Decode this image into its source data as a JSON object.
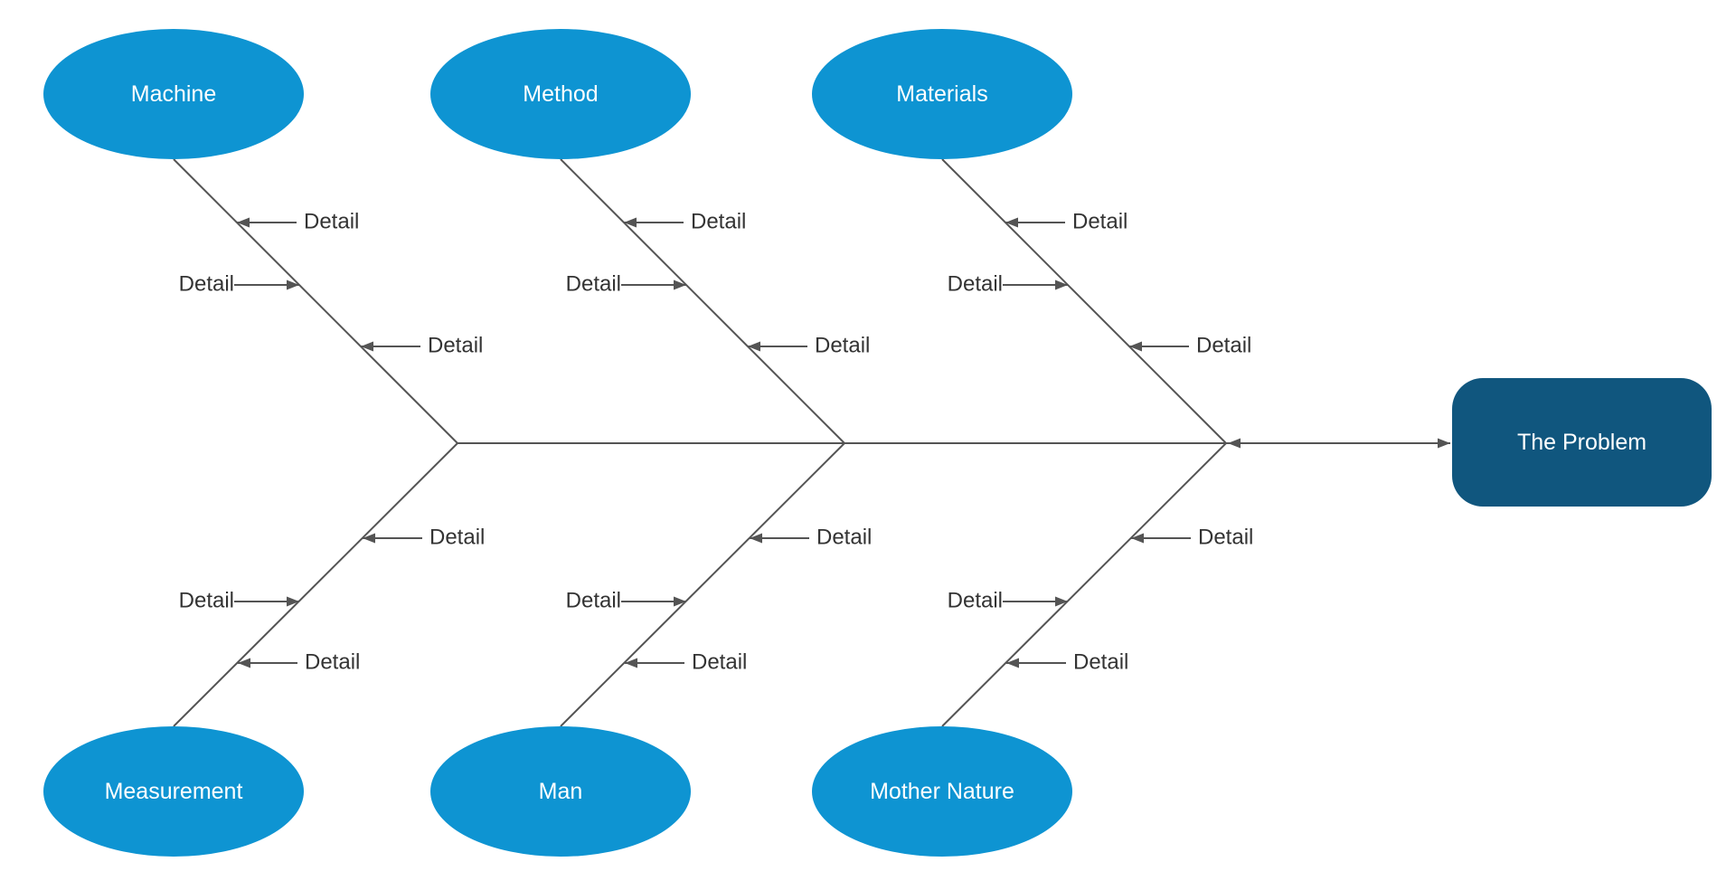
{
  "diagram": {
    "type": "fishbone-ishikawa",
    "problem": {
      "label": "The Problem"
    },
    "categories": [
      {
        "label": "Machine",
        "position": "top",
        "details": [
          "Detail",
          "Detail",
          "Detail"
        ]
      },
      {
        "label": "Method",
        "position": "top",
        "details": [
          "Detail",
          "Detail",
          "Detail"
        ]
      },
      {
        "label": "Materials",
        "position": "top",
        "details": [
          "Detail",
          "Detail",
          "Detail"
        ]
      },
      {
        "label": "Measurement",
        "position": "bottom",
        "details": [
          "Detail",
          "Detail",
          "Detail"
        ]
      },
      {
        "label": "Man",
        "position": "bottom",
        "details": [
          "Detail",
          "Detail",
          "Detail"
        ]
      },
      {
        "label": "Mother Nature",
        "position": "bottom",
        "details": [
          "Detail",
          "Detail",
          "Detail"
        ]
      }
    ],
    "colors": {
      "category_fill": "#0e94d2",
      "problem_fill": "#10567e",
      "line": "#545454",
      "detail_text": "#333333",
      "shape_text": "#ffffff",
      "background": "#ffffff"
    }
  }
}
